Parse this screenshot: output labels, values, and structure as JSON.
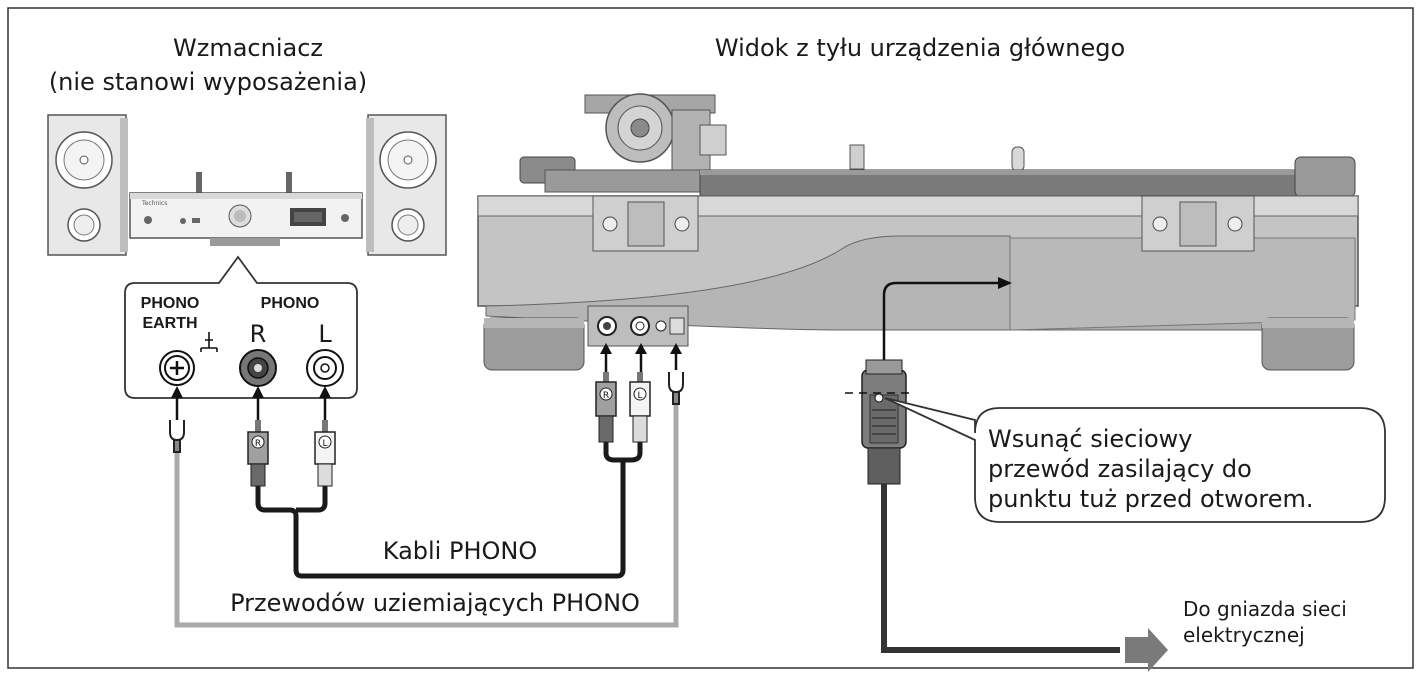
{
  "labels": {
    "amplifier_line1": "Wzmacniacz",
    "amplifier_line2": "(nie stanowi wyposażenia)",
    "rear_view": "Widok z tyłu urządzenia głównego",
    "phono_earth_line1": "PHONO",
    "phono_earth_line2": "EARTH",
    "phono": "PHONO",
    "channel_r": "R",
    "channel_l": "L",
    "plug_r": "R",
    "plug_l": "L",
    "phono_cable": "Kabli PHONO",
    "ground_wires": "Przewodów uziemiających PHONO",
    "callout_line1": "Wsunąć sieciowy",
    "callout_line2": "przewód zasilający do",
    "callout_line3": "punktu tuż przed otworem.",
    "outlet_line1": "Do gniazda sieci",
    "outlet_line2": "elektrycznej"
  },
  "colors": {
    "border": "#333333",
    "device_body": "#bdbdbd",
    "device_dark": "#8a8a8a",
    "phono_cable": "#1a1a1a",
    "ground_wire": "#a9a9a9",
    "power_cord": "#333333"
  }
}
